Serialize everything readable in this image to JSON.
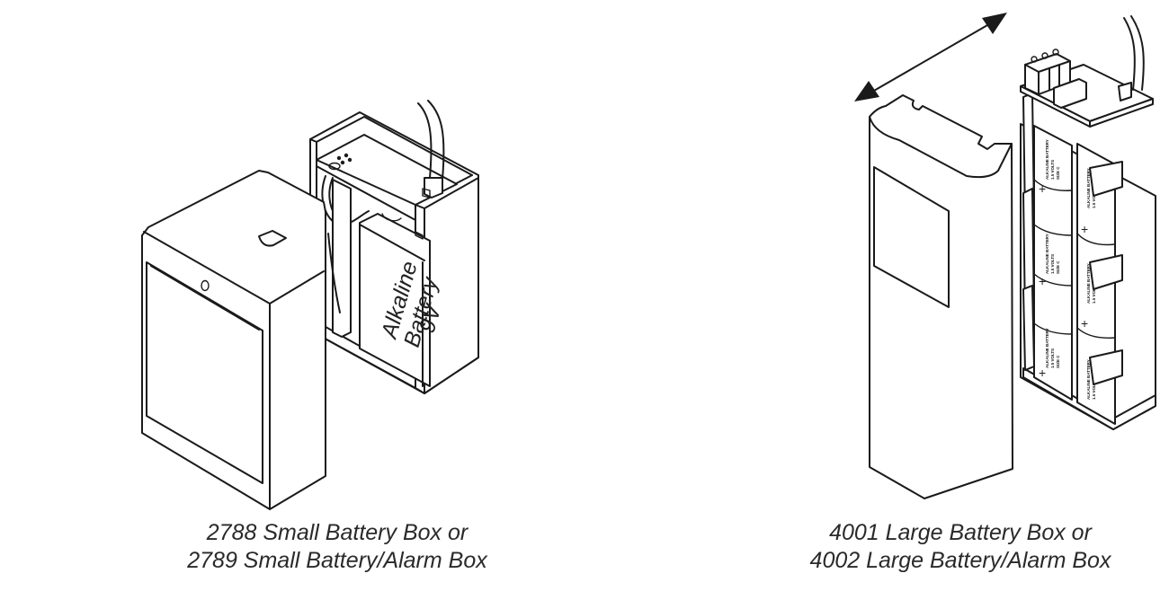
{
  "figure": {
    "left_item": {
      "caption_lines": [
        "2788 Small Battery Box or",
        "2789 Small Battery/Alarm Box"
      ],
      "battery_label_lines": [
        "Alkaline",
        "Battery",
        "9V"
      ]
    },
    "right_item": {
      "caption_lines": [
        "4001 Large Battery Box or",
        "4002 Large Battery/Alarm Box"
      ],
      "cell_label_lines": [
        "ALKALINE BATTERY",
        "1.5 VOLTS",
        "SIZE C"
      ],
      "cell_polarity_symbol": "+"
    },
    "icons": {
      "slide_direction": "double-headed-arrow-icon"
    },
    "colors": {
      "line": "#1a1a1a",
      "background": "#ffffff",
      "caption_text": "#2a2a2a"
    }
  }
}
